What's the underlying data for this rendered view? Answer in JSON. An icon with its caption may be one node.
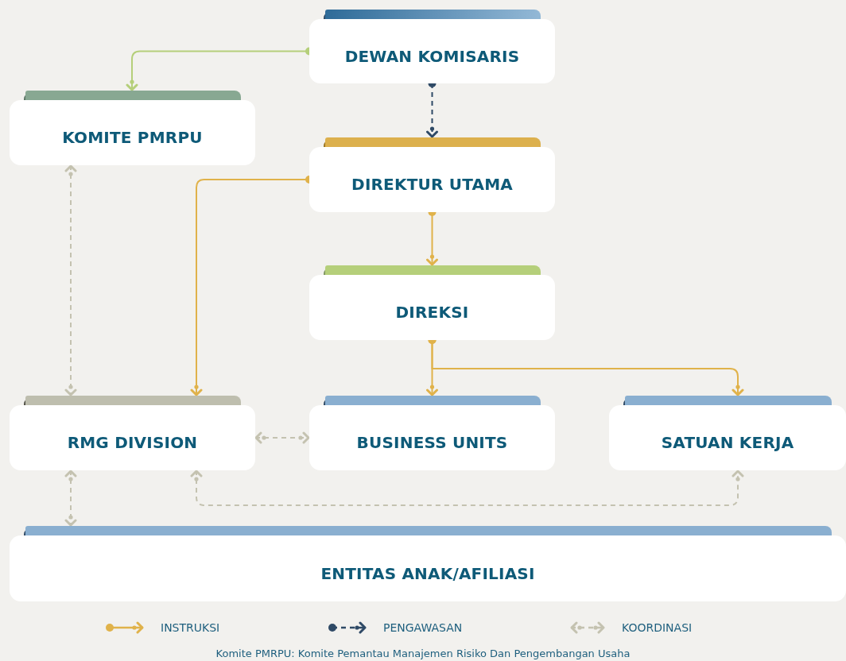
{
  "diagram": {
    "caption": "Komite PMRPU: Komite Pemantau Manajemen Risiko Dan Pengembangan Usaha",
    "nodes": [
      {
        "text": [
          "DEWAN KOMISARIS"
        ]
      },
      {
        "text": [
          "KOMITE PMRPU"
        ]
      },
      {
        "text": [
          "DIREKTUR UTAMA"
        ]
      },
      {
        "text": [
          "DIREKSI"
        ]
      },
      {
        "text": [
          "RMG DIVISION"
        ]
      },
      {
        "text": [
          "BUSINESS UNITS"
        ]
      },
      {
        "text": [
          "SATUAN KERJA"
        ]
      },
      {
        "text": [
          "ENTITAS ANAK/AFILIASI"
        ]
      }
    ],
    "edges": [
      {
        "from": 0,
        "to": 1,
        "arrow": "to",
        "color": "#b5cf7a"
      },
      {
        "from": 0,
        "to": 2,
        "arrow": "to",
        "style": "dashed",
        "color": "#2f4a66"
      },
      {
        "from": 2,
        "to": 4,
        "arrow": "to"
      },
      {
        "from": 2,
        "to": 3,
        "arrow": "to"
      },
      {
        "from": 3,
        "to": 5,
        "arrow": "to"
      },
      {
        "from": 3,
        "to": 6,
        "arrow": "to"
      },
      {
        "from": 1,
        "to": 4,
        "arrow": "both",
        "style": "dashed",
        "color": "#c4c2b0"
      },
      {
        "from": 4,
        "to": 5,
        "arrow": "both",
        "style": "dashed",
        "color": "#c4c2b0"
      },
      {
        "from": 4,
        "to": 6,
        "arrow": "both",
        "style": "dashed",
        "color": "#c4c2b0"
      },
      {
        "from": 4,
        "to": 7,
        "arrow": "both",
        "style": "dashed",
        "color": "#c4c2b0"
      }
    ],
    "legend": [
      {
        "text": "INSTRUKSI"
      },
      {
        "text": "PENGAWASAN"
      },
      {
        "text": "KOORDINASI"
      }
    ]
  }
}
